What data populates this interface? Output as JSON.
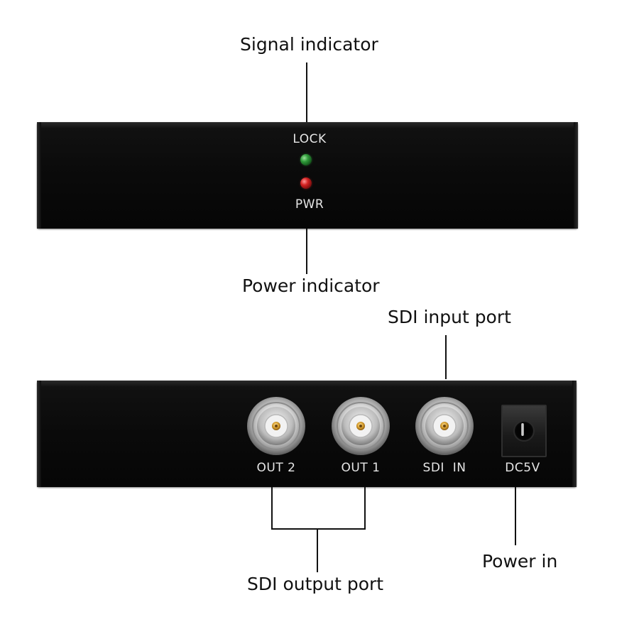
{
  "callouts": {
    "signal_indicator": "Signal indicator",
    "power_indicator": "Power indicator",
    "sdi_input_port": "SDI input port",
    "sdi_output_port": "SDI output port",
    "power_in": "Power in"
  },
  "front_panel": {
    "lock_label": "LOCK",
    "pwr_label": "PWR",
    "lock_led_color": "#2f9a3a",
    "pwr_led_color": "#d52222"
  },
  "rear_panel": {
    "out2_label": "OUT 2",
    "out1_label": "OUT 1",
    "sdi_in_label": "SDI  IN",
    "dc5v_label": "DC5V"
  },
  "colors": {
    "panel": "#0a0a0a",
    "text": "#111111",
    "silkscreen": "#e6e6e6",
    "connector_gold": "#d8a030"
  },
  "icons": {
    "bnc": "bnc-connector-icon",
    "dc_jack": "dc-barrel-jack-icon",
    "led": "led-indicator-icon"
  }
}
